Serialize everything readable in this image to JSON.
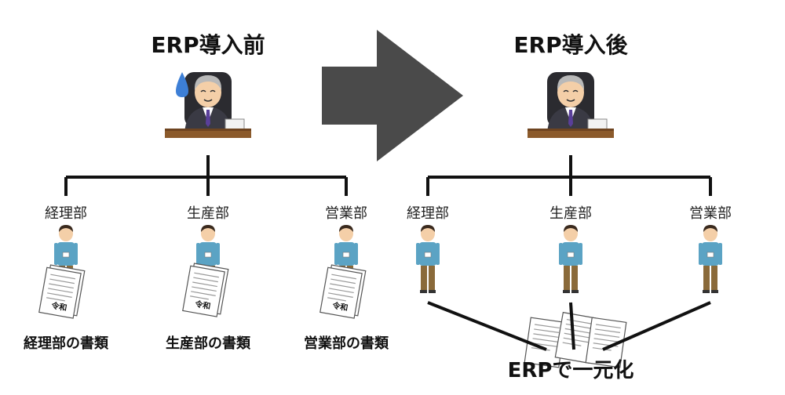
{
  "before": {
    "title": "ERP導入前",
    "departments": [
      "経理部",
      "生産部",
      "営業部"
    ],
    "document_labels": [
      "経理部の書類",
      "生産部の書類",
      "営業部の書類"
    ],
    "document_stamp": "令和"
  },
  "after": {
    "title": "ERP導入後",
    "departments": [
      "経理部",
      "生産部",
      "営業部"
    ],
    "caption": "ERPで一元化"
  },
  "colors": {
    "arrow": "#4a4a4a",
    "line": "#111111",
    "shirt": "#5ba3c4",
    "trousers": "#8a6a3a",
    "suit": "#3a3a44",
    "desk": "#8b5a2b"
  }
}
